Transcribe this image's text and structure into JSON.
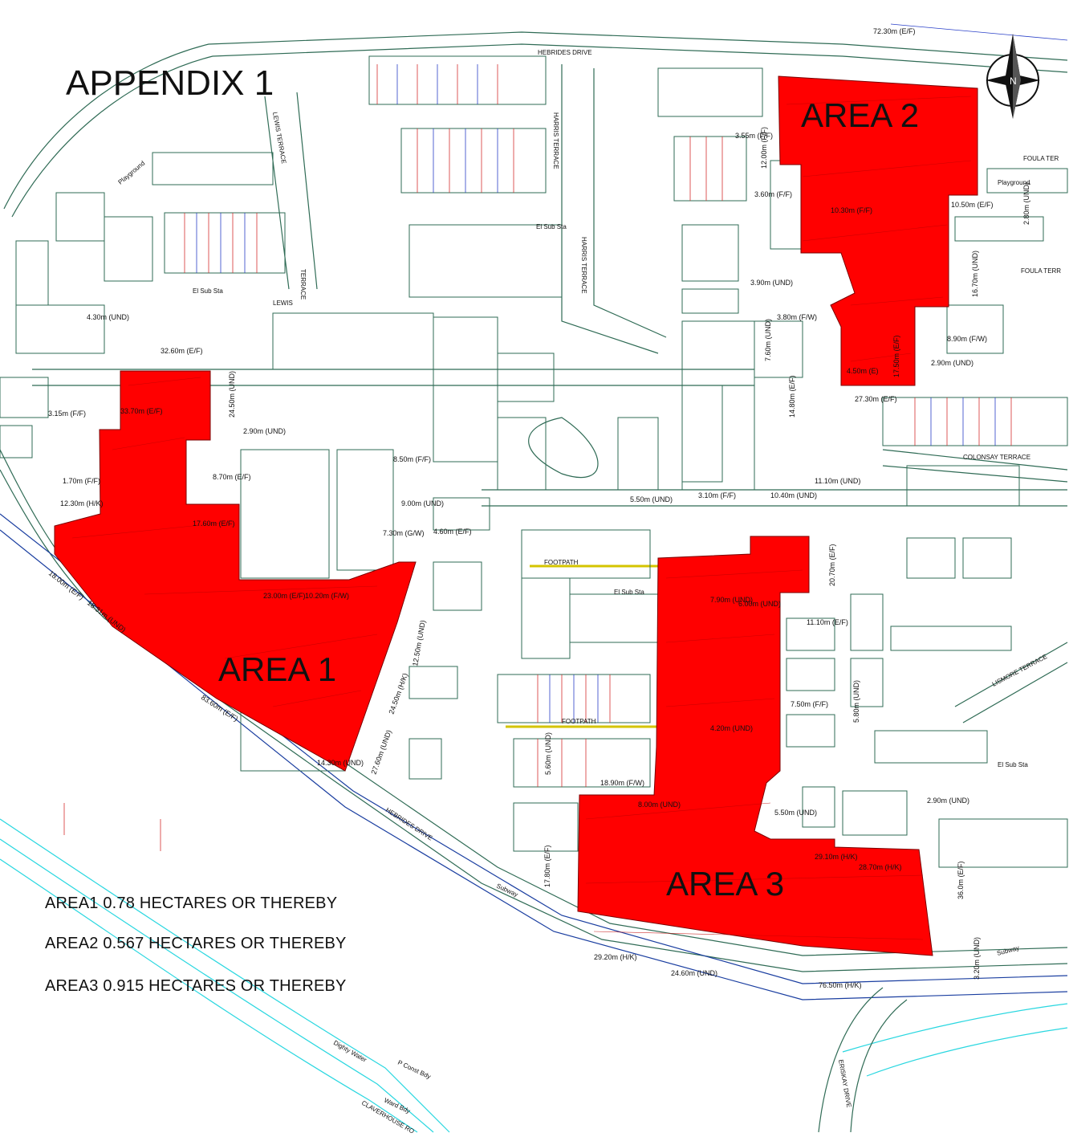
{
  "title": "APPENDIX  1",
  "areas": [
    {
      "id": "area-1",
      "label": "AREA 1",
      "color": "#ff0000"
    },
    {
      "id": "area-2",
      "label": "AREA 2",
      "color": "#ff0000"
    },
    {
      "id": "area-3",
      "label": "AREA 3",
      "color": "#ff0000"
    }
  ],
  "legend": [
    "AREA1   0.78 HECTARES OR THEREBY",
    "AREA2   0.567 HECTARES OR THEREBY",
    "AREA3   0.915 HECTARES OR THEREBY"
  ],
  "streets": {
    "hebrides_drive_top": "HEBRIDES DRIVE",
    "hebrides_drive_bottom": "HEBRIDES DRIVE",
    "harris_terrace_1": "HARRIS TERRACE",
    "harris_terrace_2": "HARRIS TERRACE",
    "lewis_terrace_1": "LEWIS TERRACE",
    "lewis": "LEWIS",
    "terrace": "TERRACE",
    "colonsay_terrace": "COLONSAY  TERRACE",
    "foula_ter_1": "FOULA TER",
    "foula_ter_2": "FOULA TERR",
    "lismore_terrace": "LISMORE TERRACE",
    "eriskay_drive": "ERISKAY DRIVE",
    "claverhouse": "CLAVERHOUSE RO",
    "dighty_water": "Dighty Water",
    "subway_1": "Subway",
    "subway_2": "Subway",
    "footpath_1": "FOOTPATH",
    "footpath_2": "FOOTPATH",
    "playground_1": "Playground",
    "playground_2": "Playground",
    "el_sub_sta_1": "El Sub Sta",
    "el_sub_sta_2": "El Sub Sta",
    "el_sub_sta_3": "El Sub Sta",
    "el_sub_sta_4": "El Sub Sta",
    "p_const_bdy": "P Const Bdy",
    "ward_bdy": "Ward Bdy"
  },
  "dimensions": [
    "72.30m (E/F)",
    "32.60m (E/F)",
    "33.70m (E/F)",
    "23.00m (E/F)",
    "10.20m (F/W)",
    "83.60m (E/F)",
    "18.00m (E/F)",
    "18.31m (UND)",
    "14.30m (UND)",
    "27.60m (UND)",
    "24.50m (H/K)",
    "12.50m (UND)",
    "17.60m (E/F)",
    "8.70m (E/F)",
    "2.90m (UND)",
    "24.50m (UND)",
    "4.30m (UND)",
    "3.15m (F/F)",
    "1.70m (F/F)",
    "12.30m (H/K)",
    "4.60m (E/F)",
    "7.30m (G/W)",
    "9.00m (UND)",
    "8.50m (F/F)",
    "5.50m (UND)",
    "3.10m (F/F)",
    "10.40m (UND)",
    "11.10m (UND)",
    "20.70m (E/F)",
    "11.10m (E/F)",
    "7.50m (F/F)",
    "5.80m (UND)",
    "18.90m (F/W)",
    "8.00m (UND)",
    "5.50m (UND)",
    "2.90m (UND)",
    "29.10m (H/K)",
    "28.70m (H/K)",
    "36.0m (E/F)",
    "29.20m (H/K)",
    "24.60m (UND)",
    "76.50m (H/K)",
    "3.20m (UND)",
    "27.30m (E/F)",
    "14.80m (E/F)",
    "3.55m (F/F)",
    "3.60m (F/F)",
    "3.90m (UND)",
    "3.80m (F/W)",
    "10.50m (E/F)",
    "2.90m (UND)",
    "8.90m (F/W)",
    "16.70m (UND)",
    "4.50m (E)",
    "17.50m (E/F)",
    "12.00m (F/F)",
    "10.30m (F/F)",
    "7.60m (UND)",
    "2.80m (UND)",
    "17.80m (E/F)",
    "5.60m (UND)",
    "4.20m (UND)",
    "6.00m (UND)",
    "7.90m (UND)"
  ]
}
